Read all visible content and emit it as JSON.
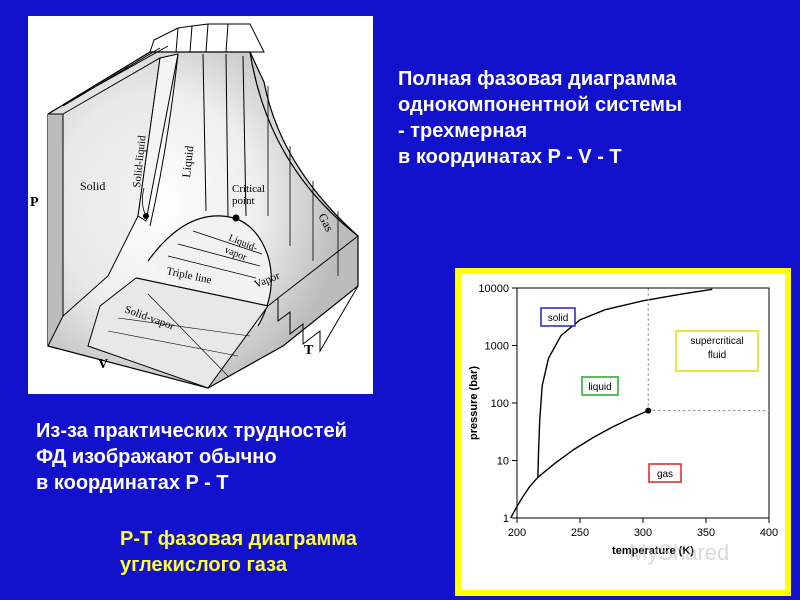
{
  "title": {
    "lines": [
      "Полная фазовая диаграмма",
      "однокомпонентной  системы",
      "- трехмерная",
      "в координатах  P - V - T"
    ]
  },
  "note": {
    "lines": [
      "Из-за практических трудностей",
      "ФД изображают обычно",
      "в координатах  P - T"
    ]
  },
  "caption": {
    "lines": [
      "P-T фазовая диаграмма",
      "углекислого газа"
    ]
  },
  "diagram_3d": {
    "axis_p": "P",
    "axis_v": "V",
    "axis_t": "T",
    "region_solid": "Solid",
    "region_solid_liquid": "Solid-liquid",
    "region_liquid": "Liquid",
    "region_gas": "Gas",
    "region_liquid_vapor": [
      "Liquid-",
      "vapor"
    ],
    "region_vapor": "Vapor",
    "triple_line": "Triple line",
    "region_solid_vapor": "Solid-vapor",
    "critical_point": [
      "Critical",
      "point"
    ]
  },
  "chart_data": {
    "type": "line",
    "xlabel": "temperature (K)",
    "ylabel": "pressure (bar)",
    "xlim": [
      200,
      400
    ],
    "ylim": [
      1,
      10000
    ],
    "yscale": "log",
    "x_ticks": [
      200,
      250,
      300,
      350,
      400
    ],
    "y_ticks": [
      1,
      10,
      100,
      1000,
      10000
    ],
    "y_tick_labels": [
      "1",
      "10",
      "100",
      "1000",
      "10000"
    ],
    "series": [
      {
        "id": "sublimation",
        "x": [
          195,
          200,
          205,
          210,
          216.6
        ],
        "y": [
          1,
          1.6,
          2.4,
          3.5,
          5.1
        ]
      },
      {
        "id": "vaporization",
        "x": [
          216.6,
          230,
          245,
          260,
          275,
          290,
          304.2
        ],
        "y": [
          5.1,
          8.9,
          15.5,
          24.7,
          37.5,
          54.0,
          73.8
        ]
      },
      {
        "id": "melting",
        "x": [
          216.6,
          217,
          218,
          220,
          225,
          235,
          250,
          270,
          300,
          330,
          355
        ],
        "y": [
          5.1,
          12,
          50,
          200,
          600,
          1500,
          2800,
          4200,
          6000,
          7800,
          9500
        ]
      }
    ],
    "critical_point": {
      "x": 304.2,
      "y": 73.8
    },
    "dotted_boundaries": [
      {
        "x": [
          304.2,
          304.2
        ],
        "y": [
          73.8,
          10000
        ]
      },
      {
        "x": [
          304.2,
          400
        ],
        "y": [
          73.8,
          73.8
        ]
      }
    ],
    "region_labels": [
      {
        "text": "solid",
        "color": "#2222cc"
      },
      {
        "text": "liquid",
        "color": "#22aa22"
      },
      {
        "text": [
          "supercritical",
          "fluid"
        ],
        "color": "#dddd00"
      },
      {
        "text": "gas",
        "color": "#dd2222"
      }
    ]
  },
  "watermark": "MyShared"
}
